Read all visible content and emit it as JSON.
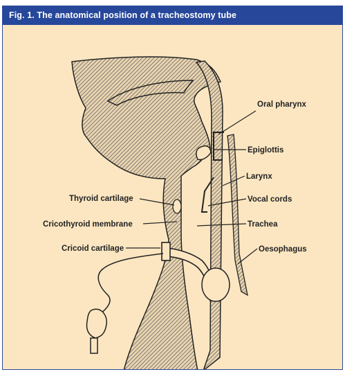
{
  "figure": {
    "title": "Fig. 1. The anatomical position of a tracheostomy tube",
    "colors": {
      "title_bar": "#27479a",
      "background": "#fbe6c1",
      "ink": "#222222"
    }
  },
  "labels": {
    "oral_pharynx": "Oral pharynx",
    "epiglottis": "Epiglottis",
    "larynx": "Larynx",
    "thyroid_cartilage": "Thyroid cartilage",
    "vocal_cords": "Vocal cords",
    "cricothyroid_membrane": "Cricothyroid membrane",
    "trachea": "Trachea",
    "cricoid_cartilage": "Cricoid cartilage",
    "oesophagus": "Oesophagus"
  }
}
